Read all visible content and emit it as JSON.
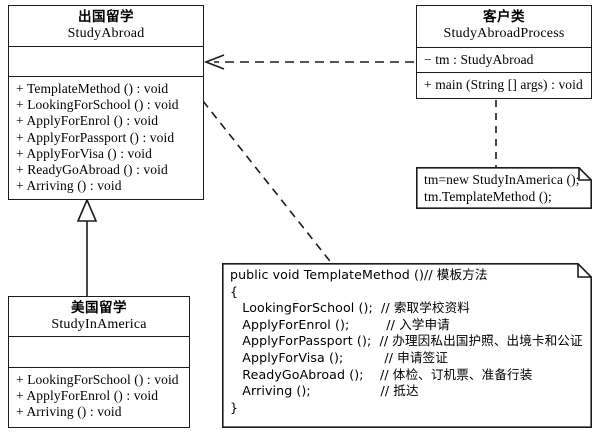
{
  "diagram": {
    "kind": "uml-class-diagram",
    "stroke_color": "#1b1b1b",
    "background": "#ffffff"
  },
  "classes": {
    "study_abroad": {
      "cn_name": "出国留学",
      "en_name": "StudyAbroad",
      "attributes": [],
      "methods": [
        "+ TemplateMethod () : void",
        "+ LookingForSchool () : void",
        "+ ApplyForEnrol () : void",
        "+ ApplyForPassport () : void",
        "+ ApplyForVisa () : void",
        "+ ReadyGoAbroad () : void",
        "+ Arriving () : void"
      ]
    },
    "study_in_america": {
      "cn_name": "美国留学",
      "en_name": "StudyInAmerica",
      "attributes": [],
      "methods": [
        "+ LookingForSchool () : void",
        "+ ApplyForEnrol () : void",
        "+ Arriving () : void"
      ]
    },
    "client": {
      "cn_name": "客户类",
      "en_name": "StudyAbroadProcess",
      "attributes": [
        "− tm : StudyAbroad"
      ],
      "methods": [
        "+ main (String [] args) : void"
      ]
    }
  },
  "notes": {
    "client_note": {
      "lines": [
        "tm=new StudyInAmerica ();",
        "tm.TemplateMethod ();"
      ]
    },
    "template_method_note": {
      "lines": [
        "public void TemplateMethod ()// 模板方法",
        "{",
        "   LookingForSchool ();  // 索取学校资料",
        "   ApplyForEnrol ();         // 入学申请",
        "   ApplyForPassport ();  // 办理因私出国护照、出境卡和公证",
        "   ApplyForVisa ();          // 申请签证",
        "   ReadyGoAbroad ();    // 体检、订机票、准备行装",
        "   Arriving ();                 // 抵达",
        "}"
      ]
    }
  },
  "relations": [
    {
      "name": "generalization",
      "from": "study_in_america",
      "to": "study_abroad",
      "style": "solid-hollow-triangle"
    },
    {
      "name": "dependency",
      "from": "client",
      "to": "study_abroad",
      "style": "dashed-open-arrow"
    },
    {
      "name": "note-anchor-client",
      "from": "client",
      "to": "client_note",
      "style": "dashed"
    },
    {
      "name": "note-anchor-template",
      "from": "study_abroad",
      "to": "template_method_note",
      "style": "dashed"
    }
  ]
}
